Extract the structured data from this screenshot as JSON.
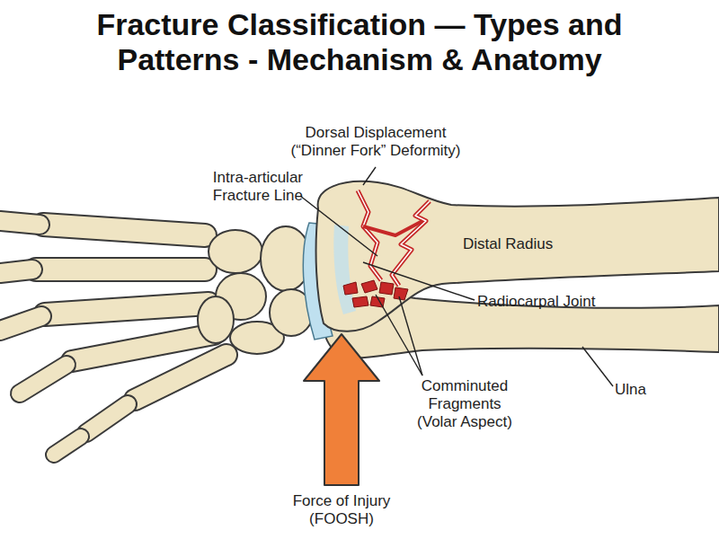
{
  "diagram": {
    "title": "Fracture Classification — Types and Patterns - Mechanism & Anatomy",
    "labels": [
      "Dorsal Displacement (“Dinner Fork” Deformity)",
      "Intra-articular Fracture Line",
      "Distal Radius",
      "Radiocarpal Joint",
      "Comminuted Fragments (Volar Aspect)",
      "Ulna",
      "Force of Injury (FOOSH)"
    ]
  }
}
